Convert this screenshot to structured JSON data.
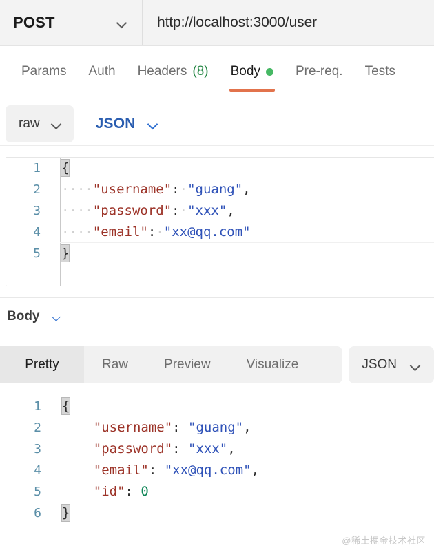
{
  "request": {
    "method": "POST",
    "url": "http://localhost:3000/user",
    "method_chevron_icon": "chevron-down-icon",
    "tabs": [
      {
        "label": "Params",
        "active": false
      },
      {
        "label": "Auth",
        "active": false
      },
      {
        "label": "Headers",
        "count": "(8)",
        "active": false
      },
      {
        "label": "Body",
        "active": true,
        "indicator": "green-dot"
      },
      {
        "label": "Pre-req.",
        "active": false
      },
      {
        "label": "Tests",
        "active": false
      }
    ],
    "active_tab_underline_color": "#e2734c",
    "indicator_color": "#46b864",
    "count_color": "#2b8a4a",
    "body_type": "raw",
    "body_format": "JSON",
    "body_type_chevron_icon": "chevron-down-icon",
    "body_format_chevron_icon": "chevron-down-icon",
    "format_color": "#2a5db0",
    "editor": {
      "lines": [
        {
          "num": "1",
          "tokens": [
            {
              "t": "{",
              "c": "p",
              "hl": true
            }
          ]
        },
        {
          "num": "2",
          "tokens": [
            {
              "t": "····",
              "c": "dot"
            },
            {
              "t": "\"username\"",
              "c": "k"
            },
            {
              "t": ":",
              "c": "p"
            },
            {
              "t": "·",
              "c": "dot"
            },
            {
              "t": "\"guang\"",
              "c": "s"
            },
            {
              "t": ",",
              "c": "p"
            }
          ]
        },
        {
          "num": "3",
          "tokens": [
            {
              "t": "····",
              "c": "dot"
            },
            {
              "t": "\"password\"",
              "c": "k"
            },
            {
              "t": ":",
              "c": "p"
            },
            {
              "t": "·",
              "c": "dot"
            },
            {
              "t": "\"xxx\"",
              "c": "s"
            },
            {
              "t": ",",
              "c": "p"
            }
          ]
        },
        {
          "num": "4",
          "tokens": [
            {
              "t": "····",
              "c": "dot"
            },
            {
              "t": "\"email\"",
              "c": "k"
            },
            {
              "t": ":",
              "c": "p"
            },
            {
              "t": "·",
              "c": "dot"
            },
            {
              "t": "\"xx@qq.com\"",
              "c": "s"
            }
          ]
        },
        {
          "num": "5",
          "tokens": [
            {
              "t": "}",
              "c": "p",
              "hl": true
            }
          ]
        }
      ]
    }
  },
  "response": {
    "body_label": "Body",
    "body_chevron_icon": "chevron-down-icon",
    "tabs": [
      {
        "label": "Pretty",
        "active": true
      },
      {
        "label": "Raw",
        "active": false
      },
      {
        "label": "Preview",
        "active": false
      },
      {
        "label": "Visualize",
        "active": false
      }
    ],
    "format": "JSON",
    "format_chevron_icon": "chevron-down-icon",
    "editor": {
      "lines": [
        {
          "num": "1",
          "tokens": [
            {
              "t": "{",
              "c": "p",
              "hl": true
            }
          ]
        },
        {
          "num": "2",
          "tokens": [
            {
              "t": "    ",
              "c": "p"
            },
            {
              "t": "\"username\"",
              "c": "k"
            },
            {
              "t": ": ",
              "c": "p"
            },
            {
              "t": "\"guang\"",
              "c": "s"
            },
            {
              "t": ",",
              "c": "p"
            }
          ]
        },
        {
          "num": "3",
          "tokens": [
            {
              "t": "    ",
              "c": "p"
            },
            {
              "t": "\"password\"",
              "c": "k"
            },
            {
              "t": ": ",
              "c": "p"
            },
            {
              "t": "\"xxx\"",
              "c": "s"
            },
            {
              "t": ",",
              "c": "p"
            }
          ]
        },
        {
          "num": "4",
          "tokens": [
            {
              "t": "    ",
              "c": "p"
            },
            {
              "t": "\"email\"",
              "c": "k"
            },
            {
              "t": ": ",
              "c": "p"
            },
            {
              "t": "\"xx@qq.com\"",
              "c": "s"
            },
            {
              "t": ",",
              "c": "p"
            }
          ]
        },
        {
          "num": "5",
          "tokens": [
            {
              "t": "    ",
              "c": "p"
            },
            {
              "t": "\"id\"",
              "c": "k"
            },
            {
              "t": ": ",
              "c": "p"
            },
            {
              "t": "0",
              "c": "n"
            }
          ]
        },
        {
          "num": "6",
          "tokens": [
            {
              "t": "}",
              "c": "p",
              "hl": true
            }
          ]
        }
      ]
    }
  },
  "watermark": "@稀土掘金技术社区"
}
